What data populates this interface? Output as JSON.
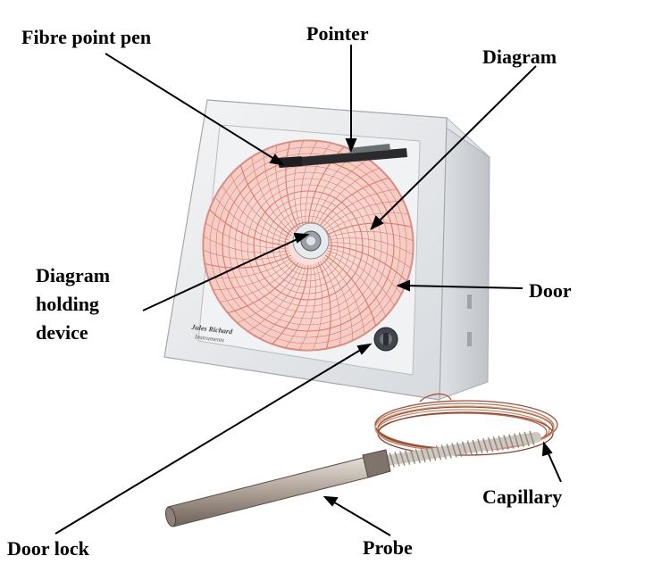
{
  "labels": {
    "fibre_point_pen": "Fibre point pen",
    "pointer": "Pointer",
    "diagram": "Diagram",
    "diagram_holding_device": [
      "Diagram",
      "holding",
      "device"
    ],
    "door": "Door",
    "door_lock": "Door lock",
    "probe": "Probe",
    "capillary": "Capillary"
  },
  "device": {
    "brand_text": [
      "Jules Richard",
      "Instruments"
    ]
  },
  "colors": {
    "chart_paper": "#f6d4cf",
    "chart_grid": "#e07868",
    "housing": "#eceff1",
    "copper": "#b4654a"
  }
}
